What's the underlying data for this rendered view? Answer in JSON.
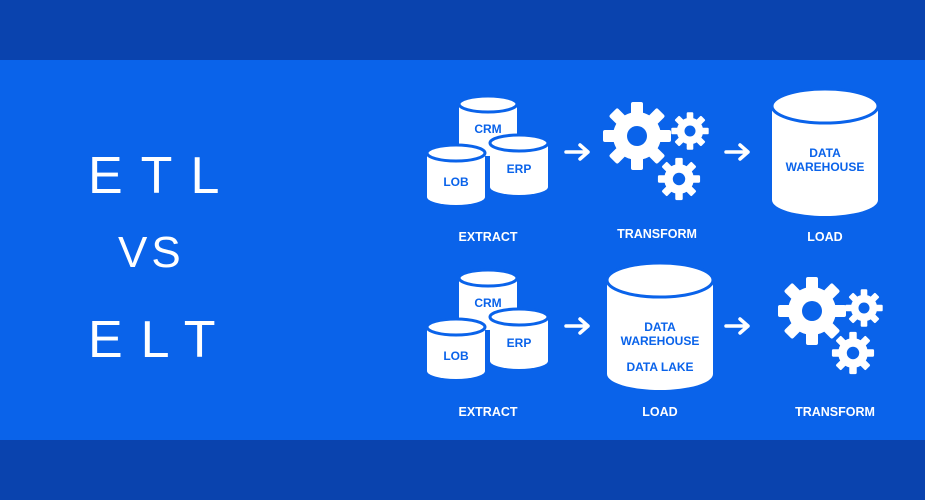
{
  "title": {
    "line1": "ETL",
    "line2": "VS",
    "line3": "ELT"
  },
  "etl_row": {
    "sources": [
      "CRM",
      "LOB",
      "ERP"
    ],
    "extract_label": "EXTRACT",
    "transform_label": "TRANSFORM",
    "load_label": "LOAD",
    "warehouse_line1": "DATA",
    "warehouse_line2": "WAREHOUSE"
  },
  "elt_row": {
    "sources": [
      "CRM",
      "LOB",
      "ERP"
    ],
    "extract_label": "EXTRACT",
    "load_label": "LOAD",
    "transform_label": "TRANSFORM",
    "warehouse_line1": "DATA",
    "warehouse_line2": "WAREHOUSE",
    "lake_label": "DATA LAKE"
  },
  "colors": {
    "background": "#0a63ea",
    "band": "#0a43ae",
    "shape": "#ffffff",
    "shape_text": "#0a63ea"
  },
  "icons": [
    "database-cylinder-icon",
    "gears-icon",
    "arrow-right-icon"
  ]
}
